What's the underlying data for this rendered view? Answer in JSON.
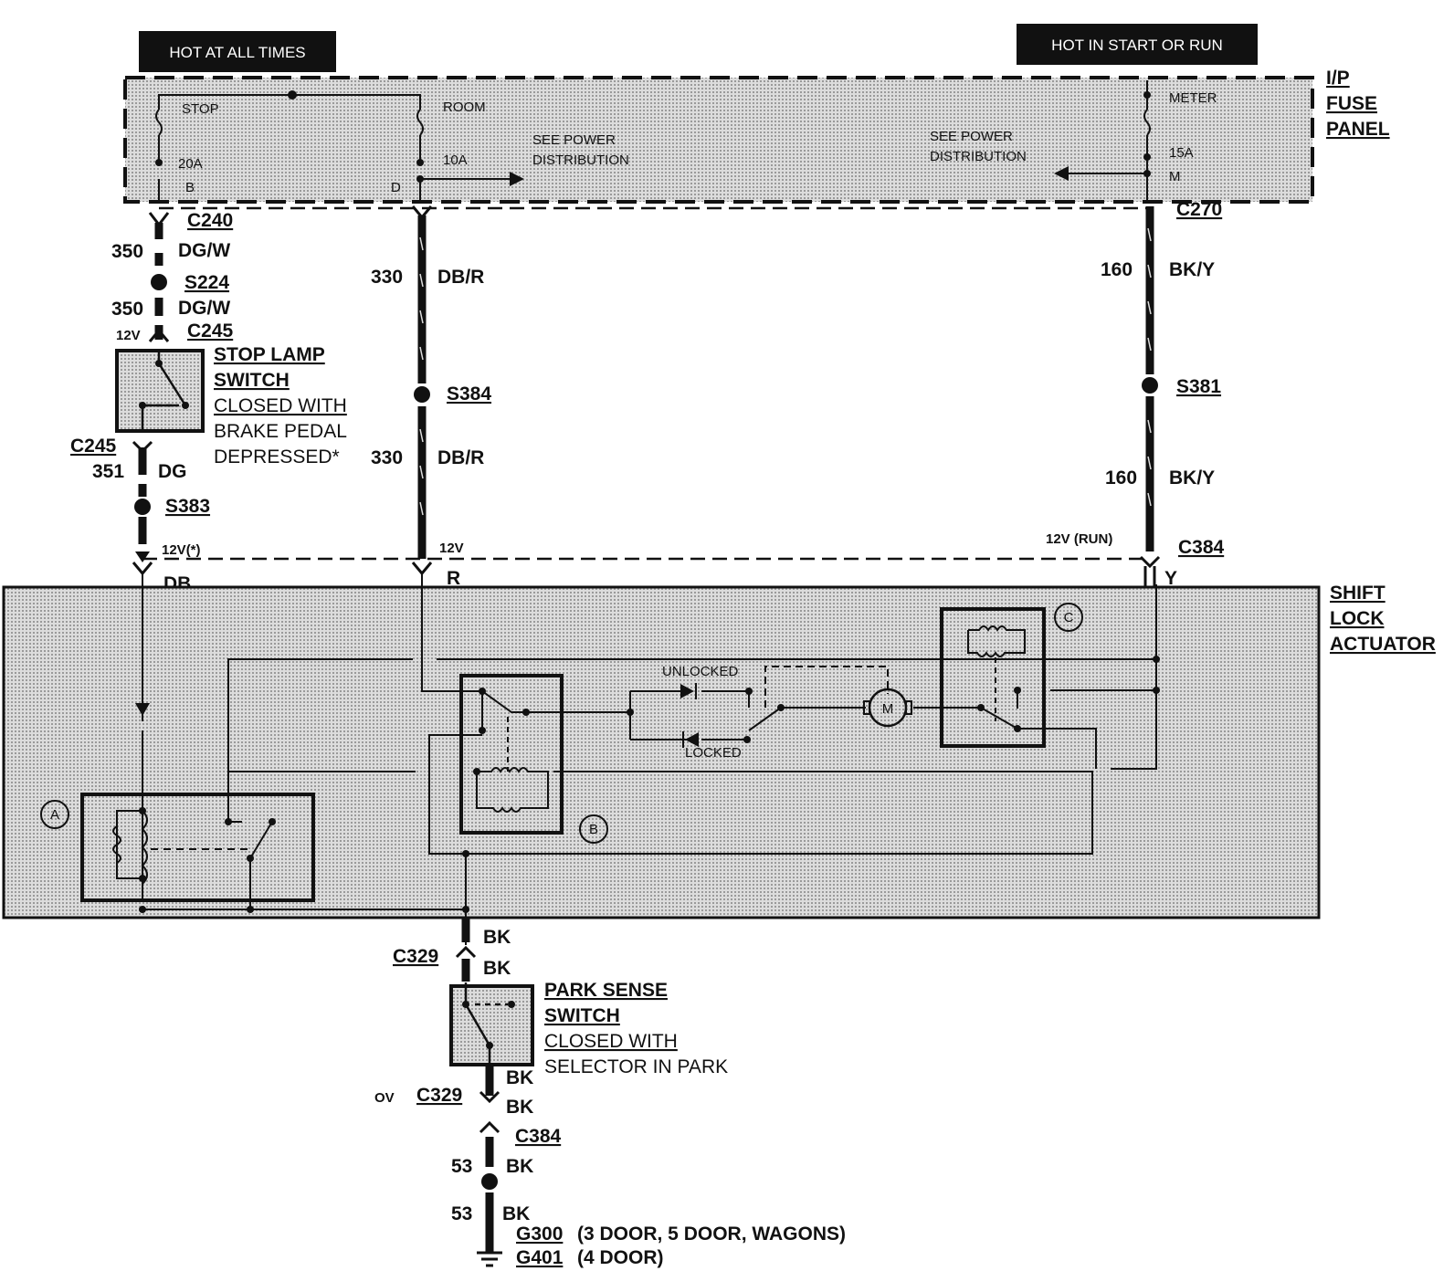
{
  "banners": {
    "hot_all": "HOT AT ALL TIMES",
    "hot_run": "HOT IN START OR RUN"
  },
  "fuse_panel": {
    "title": [
      "I/P",
      "FUSE",
      "PANEL"
    ],
    "stop": "STOP",
    "stop_amp": "20A",
    "stop_pin": "B",
    "room": "ROOM",
    "room_amp": "10A",
    "room_pin": "D",
    "meter": "METER",
    "meter_amp": "15A",
    "meter_pin": "M",
    "see_power_1": "SEE POWER",
    "see_power_2": "DISTRIBUTION"
  },
  "left_circuit": {
    "c240": "C240",
    "w350a": "350",
    "dgw_a": "DG/W",
    "s224": "S224",
    "w350b": "350",
    "dgw_b": "DG/W",
    "v12": "12V",
    "c245_top": "C245",
    "switch_name": [
      "STOP LAMP",
      "SWITCH"
    ],
    "switch_desc": [
      "CLOSED WITH",
      "BRAKE PEDAL",
      "DEPRESSED*"
    ],
    "c245_bot": "C245",
    "w351": "351",
    "dg": "DG",
    "s383": "S383",
    "v12_star": "12V(*)",
    "db": "DB"
  },
  "mid_circuit": {
    "w330a": "330",
    "dbr_a": "DB/R",
    "s384": "S384",
    "w330b": "330",
    "dbr_b": "DB/R",
    "v12": "12V",
    "r": "R"
  },
  "right_circuit": {
    "c270": "C270",
    "w160a": "160",
    "bky_a": "BK/Y",
    "s381": "S381",
    "w160b": "160",
    "bky_b": "BK/Y",
    "v12run": "12V (RUN)",
    "c384": "C384",
    "y": "Y"
  },
  "actuator": {
    "title": [
      "SHIFT",
      "LOCK",
      "ACTUATOR"
    ],
    "unlocked": "UNLOCKED",
    "locked": "LOCKED",
    "motor": "M",
    "a": "A",
    "b": "B",
    "c": "C"
  },
  "bottom": {
    "bk1": "BK",
    "c329a": "C329",
    "bk2": "BK",
    "switch_name": [
      "PARK SENSE",
      "SWITCH"
    ],
    "switch_desc": [
      "CLOSED WITH",
      "SELECTOR IN PARK"
    ],
    "bk3": "BK",
    "ov": "OV",
    "c329b": "C329",
    "bk4": "BK",
    "c384": "C384",
    "w53a": "53",
    "bk5": "BK",
    "w53b": "53",
    "bk6": "BK",
    "g300": "G300",
    "g300_desc": "(3 DOOR, 5 DOOR, WAGONS)",
    "g401": "G401",
    "g401_desc": "(4 DOOR)"
  }
}
